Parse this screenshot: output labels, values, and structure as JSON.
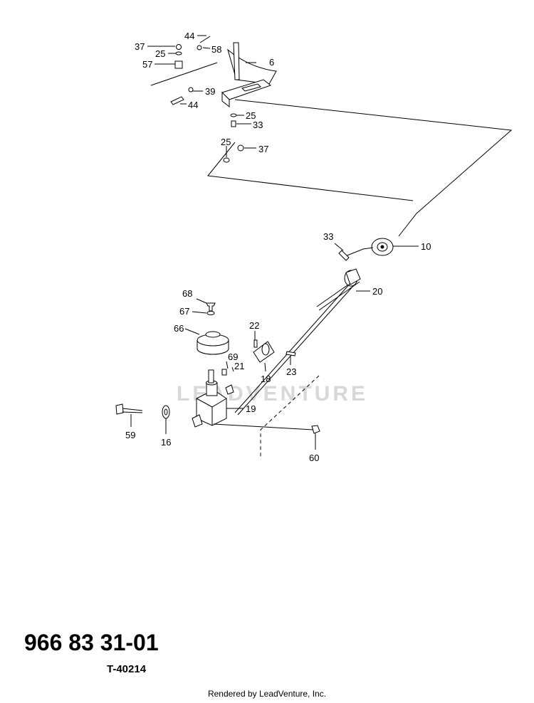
{
  "callouts": [
    "44",
    "37",
    "58",
    "25",
    "57",
    "6",
    "39",
    "44",
    "25",
    "33",
    "25",
    "37",
    "33",
    "10",
    "20",
    "68",
    "67",
    "66",
    "22",
    "69",
    "21",
    "18",
    "23",
    "19",
    "59",
    "16",
    "60"
  ],
  "watermark": "LEADVENTURE",
  "part_number": "966 83 31-01",
  "diagram_code": "T-40214",
  "footer": "Rendered by LeadVenture, Inc."
}
